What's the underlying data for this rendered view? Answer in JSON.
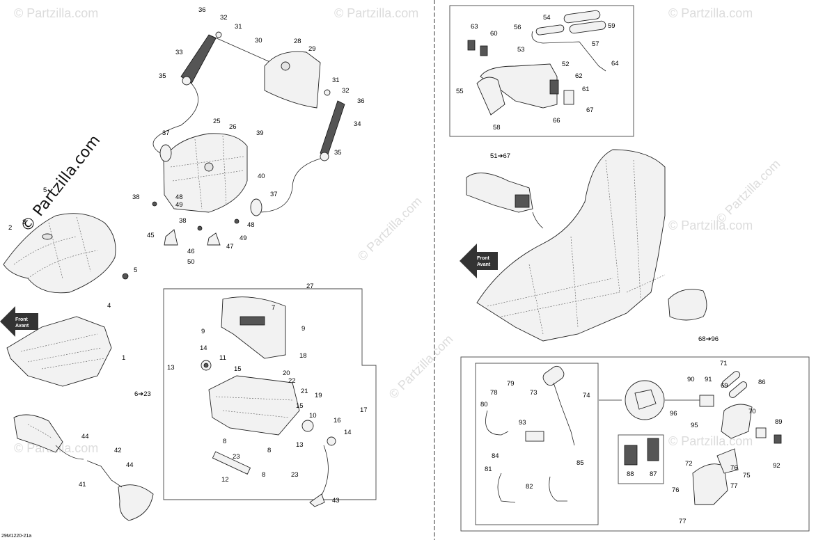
{
  "watermark": {
    "brand": "© Partzilla.com",
    "small": "© Partzilla.com"
  },
  "diagram_ref": "29M1220-21a",
  "front_labels": [
    "Front",
    "Avant"
  ],
  "callouts": {
    "c1": "1",
    "c2": "2",
    "c3": "3",
    "c4": "4",
    "c5a": "5",
    "c5b": "5",
    "c6_23": "6➔23",
    "c7": "7",
    "c8a": "8",
    "c8b": "8",
    "c8c": "8",
    "c9a": "9",
    "c9b": "9",
    "c10": "10",
    "c11": "11",
    "c12": "12",
    "c13a": "13",
    "c13b": "13",
    "c14a": "14",
    "c14b": "14",
    "c15a": "15",
    "c15b": "15",
    "c16": "16",
    "c17": "17",
    "c18": "18",
    "c19": "19",
    "c20": "20",
    "c21": "21",
    "c22": "22",
    "c23a": "23",
    "c23b": "23",
    "c25": "25",
    "c26": "26",
    "c27": "27",
    "c28": "28",
    "c29": "29",
    "c30": "30",
    "c31a": "31",
    "c31b": "31",
    "c32a": "32",
    "c32b": "32",
    "c33": "33",
    "c34": "34",
    "c35a": "35",
    "c35b": "35",
    "c36a": "36",
    "c36b": "36",
    "c37a": "37",
    "c37b": "37",
    "c38a": "38",
    "c38b": "38",
    "c39": "39",
    "c40": "40",
    "c41": "41",
    "c42": "42",
    "c43": "43",
    "c44a": "44",
    "c44b": "44",
    "c45": "45",
    "c46": "46",
    "c47": "47",
    "c48a": "48",
    "c48b": "48",
    "c49a": "49",
    "c49b": "49",
    "c50": "50",
    "c51_67": "51➔67",
    "c52": "52",
    "c53": "53",
    "c54": "54",
    "c55": "55",
    "c56": "56",
    "c57": "57",
    "c58": "58",
    "c59": "59",
    "c60": "60",
    "c61": "61",
    "c62": "62",
    "c63": "63",
    "c64": "64",
    "c66": "66",
    "c67": "67",
    "c68_96": "68➔96",
    "c69": "69",
    "c70": "70",
    "c71": "71",
    "c72": "72",
    "c73": "73",
    "c74": "74",
    "c75": "75",
    "c76a": "76",
    "c76b": "76",
    "c77a": "77",
    "c77b": "77",
    "c78": "78",
    "c79": "79",
    "c80": "80",
    "c81": "81",
    "c82": "82",
    "c84": "84",
    "c85": "85",
    "c86": "86",
    "c87": "87",
    "c88": "88",
    "c89": "89",
    "c90": "90",
    "c91": "91",
    "c92": "92",
    "c93": "93",
    "c95": "95",
    "c96": "96"
  }
}
